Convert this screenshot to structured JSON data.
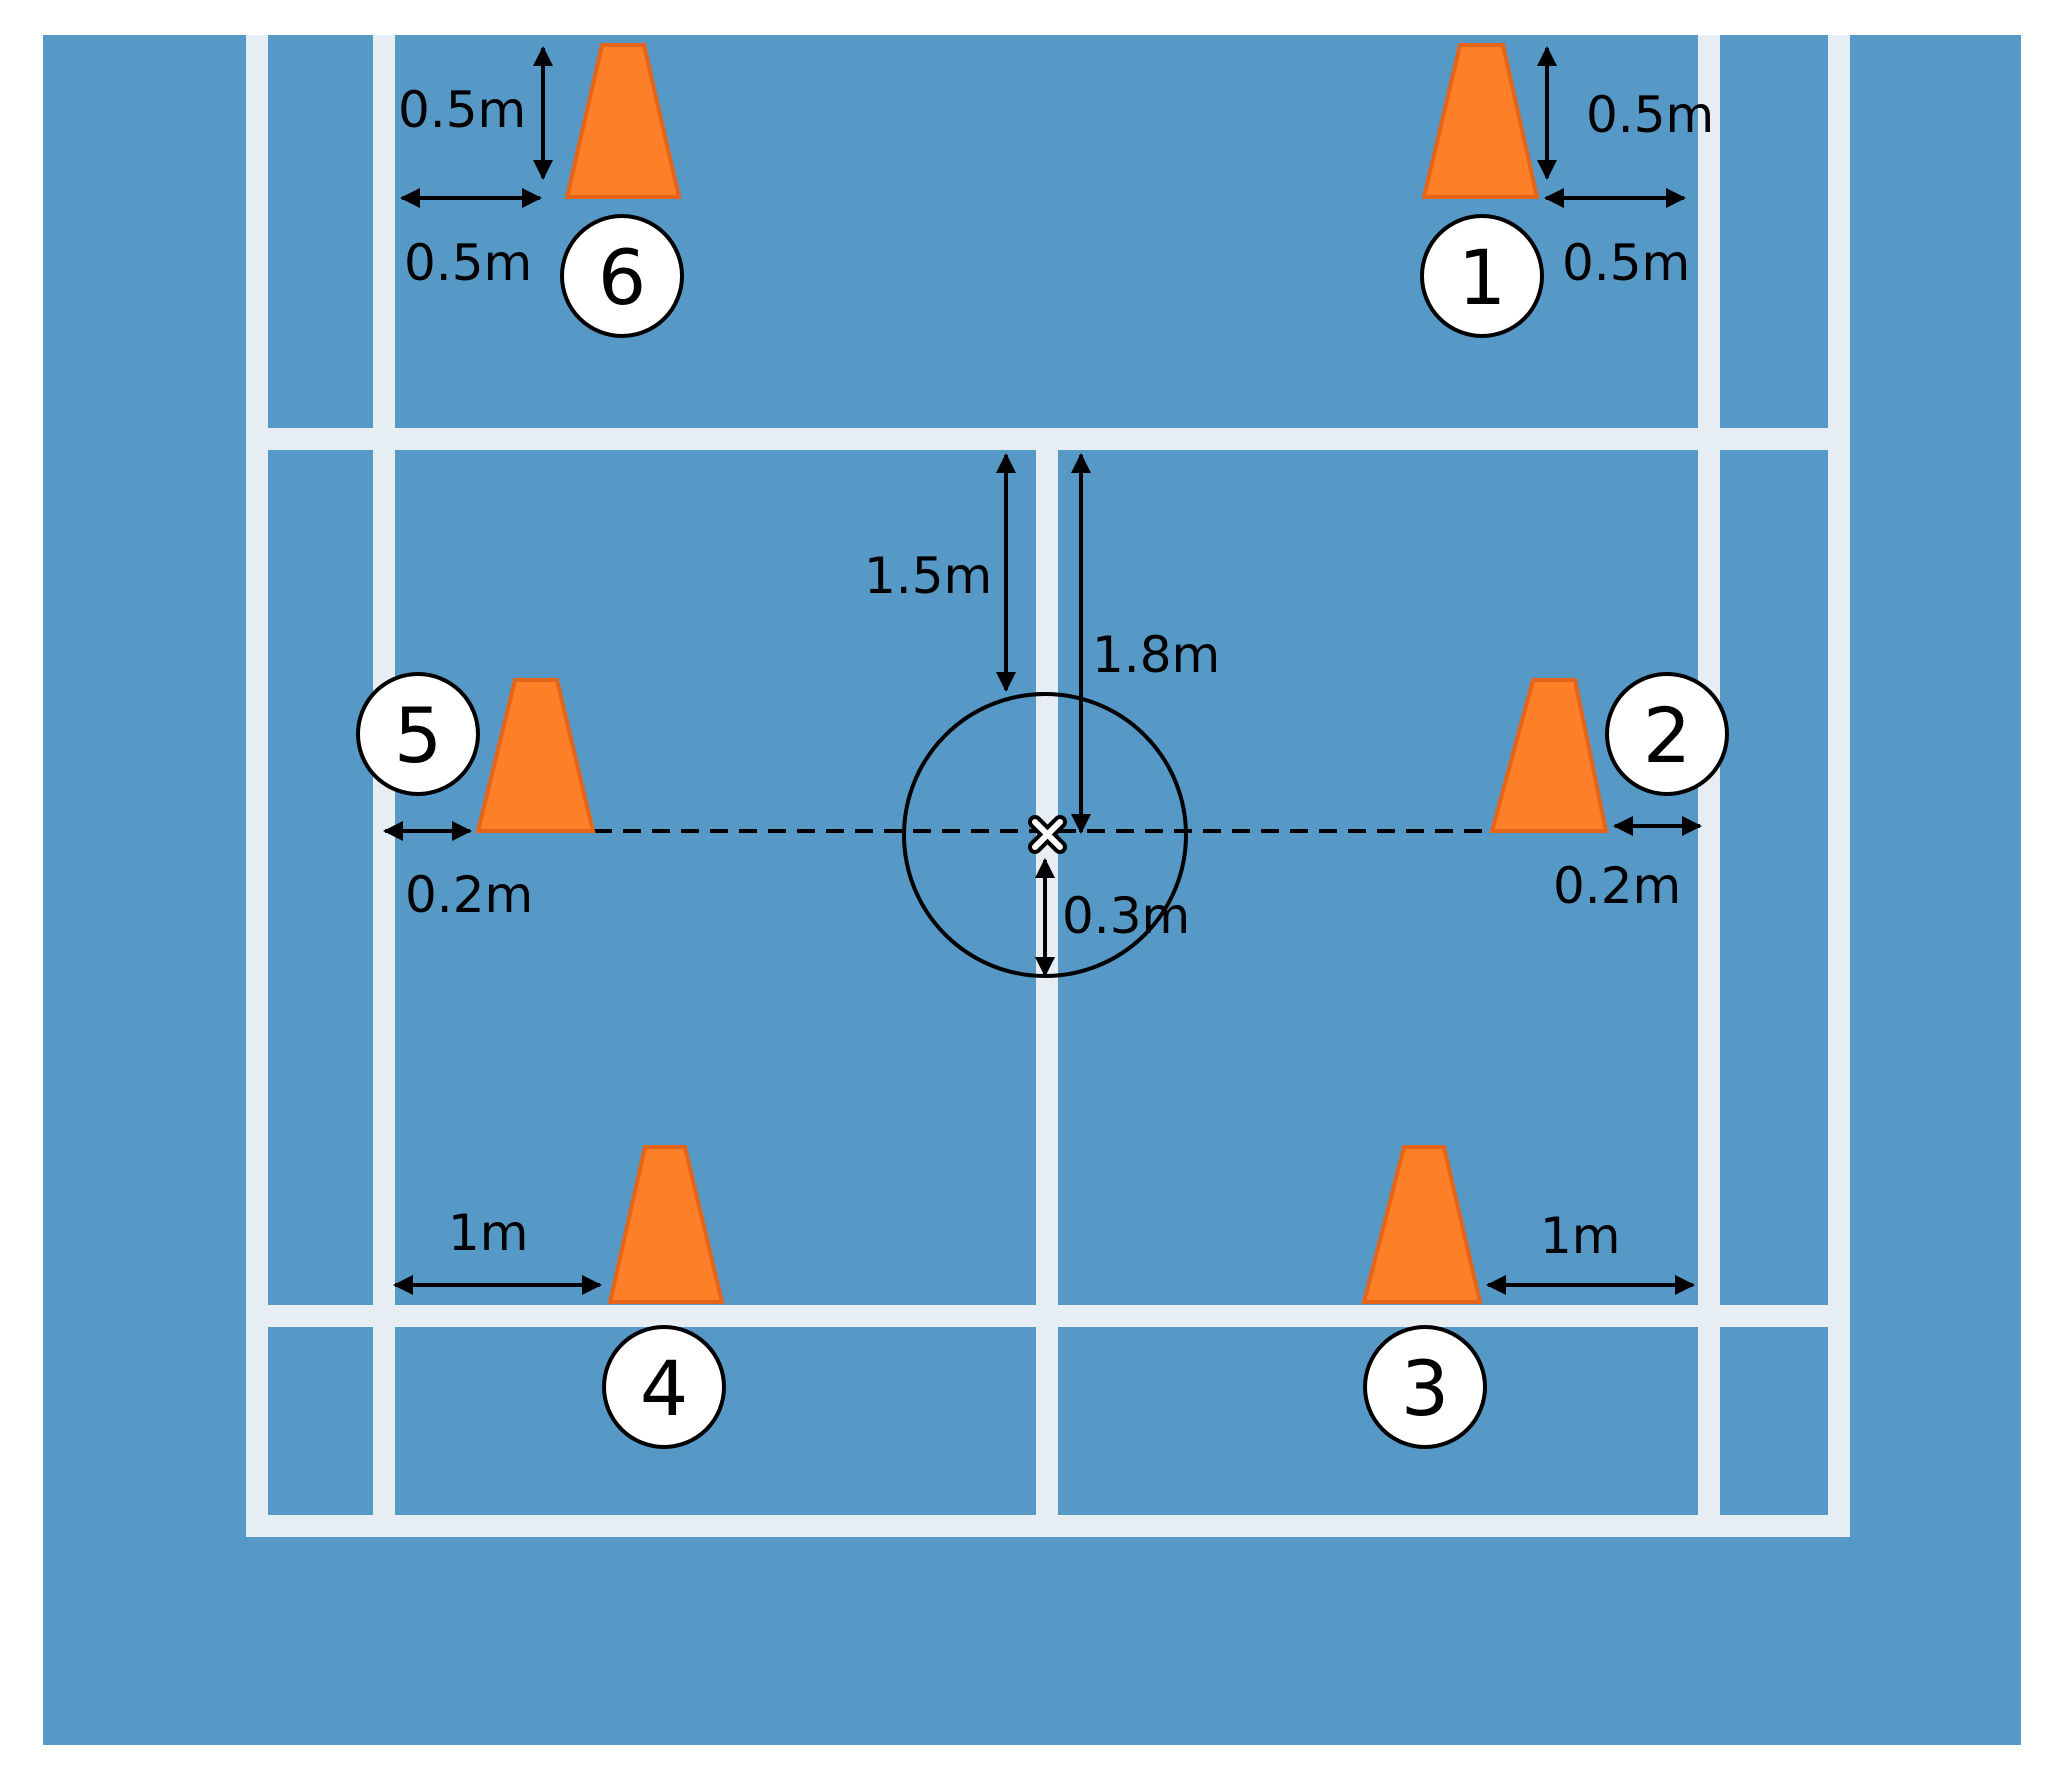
{
  "colors": {
    "court": "#5799c6",
    "line": "#e6eef4",
    "cone_fill": "#fd7f28",
    "cone_stroke": "#e4641a",
    "ink": "#000000",
    "marker_fill": "#ffffff"
  },
  "cones": [
    {
      "id": "6",
      "number": "6"
    },
    {
      "id": "1",
      "number": "1"
    },
    {
      "id": "5",
      "number": "5"
    },
    {
      "id": "2",
      "number": "2"
    },
    {
      "id": "4",
      "number": "4"
    },
    {
      "id": "3",
      "number": "3"
    }
  ],
  "dimensions": {
    "cone6_vertical": "0.5m",
    "cone6_horizontal": "0.5m",
    "cone1_vertical": "0.5m",
    "cone1_horizontal": "0.5m",
    "center_to_service_line": "1.5m",
    "service_line_to_start": "1.8m",
    "cone5_offset": "0.2m",
    "cone2_offset": "0.2m",
    "start_circle_radius": "0.3m",
    "cone4_offset": "1m",
    "cone3_offset": "1m"
  },
  "icons": {
    "start_marker": "x-mark-icon",
    "cone": "traffic-cone-icon"
  }
}
